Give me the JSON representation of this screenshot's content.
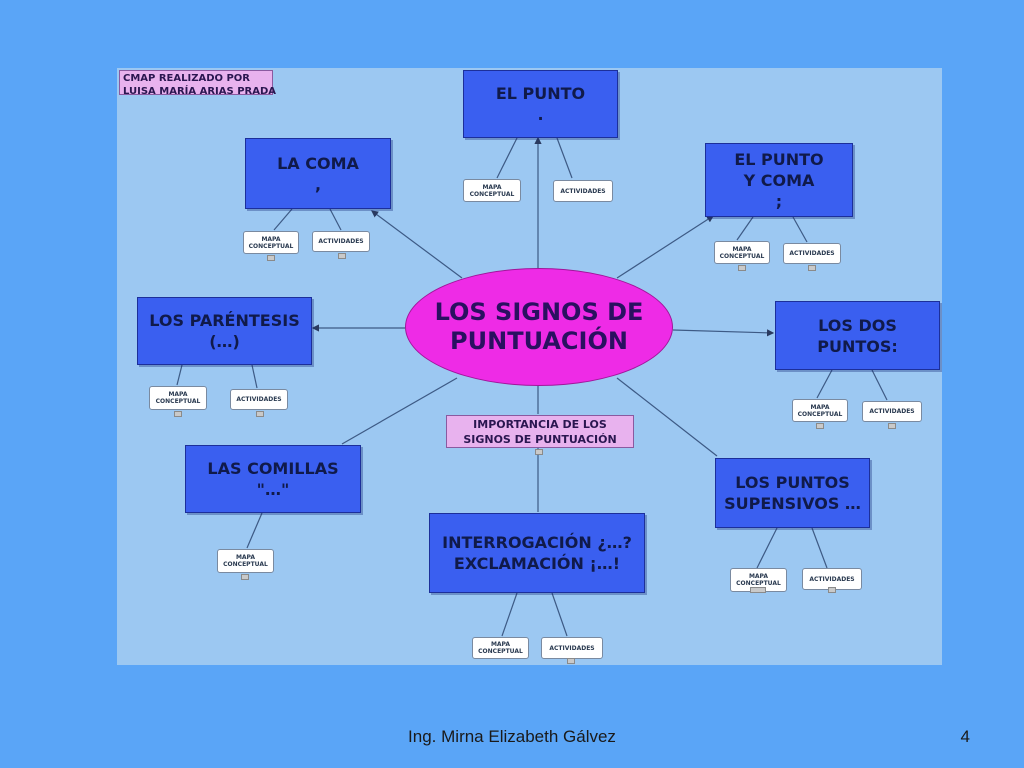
{
  "credit": {
    "line1": "CMAP REALIZADO POR",
    "line2": "LUISA MARÍA ARIAS PRADA"
  },
  "center": {
    "line1": "LOS SIGNOS DE",
    "line2": "PUNTUACIÓN"
  },
  "importance": {
    "line1": "IMPORTANCIA DE LOS",
    "line2": "SIGNOS DE PUNTUACIÓN"
  },
  "nodes": {
    "punto": {
      "line1": "EL PUNTO",
      "line2": "."
    },
    "coma": {
      "line1": "LA COMA",
      "line2": ","
    },
    "punto_coma": {
      "line1": "EL PUNTO",
      "line2": "Y COMA",
      "line3": ";"
    },
    "parentesis": {
      "line1": "LOS PARÉNTESIS",
      "line2": "(…)"
    },
    "dos_puntos": {
      "line1": "LOS DOS",
      "line2": "PUNTOS:"
    },
    "comillas": {
      "line1": "LAS COMILLAS",
      "line2": "\"…\""
    },
    "suspensivos": {
      "line1": "LOS PUNTOS",
      "line2": "SUPENSIVOS …"
    },
    "interrogacion": {
      "line1": "INTERROGACIÓN ¿…?",
      "line2": "EXCLAMACIÓN ¡…!"
    }
  },
  "chips": {
    "mapa_line1": "MAPA",
    "mapa_line2": "CONCEPTUAL",
    "actividades": "ACTIVIDADES"
  },
  "colors": {
    "slide_bg": "#5aa5f7",
    "map_bg": "#9cc8f2",
    "node_blue": "#3a5ff0",
    "center_magenta": "#ee2be6",
    "label_pink": "#e8b2ee"
  },
  "footer": {
    "author": "Ing. Mirna Elizabeth Gálvez",
    "page": "4"
  }
}
